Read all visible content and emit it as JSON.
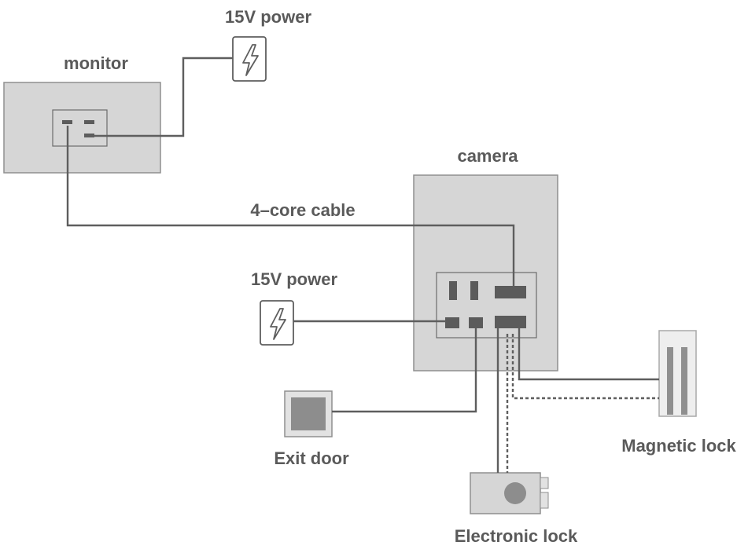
{
  "labels": {
    "power_top": "15V power",
    "monitor": "monitor",
    "camera": "camera",
    "cable": "4–core cable",
    "power_mid": "15V power",
    "exit_door": "Exit door",
    "magnetic_lock": "Magnetic lock",
    "electronic_lock": "Electronic lock"
  },
  "icons": {
    "power_supply": "lightning-bolt-icon"
  },
  "colors": {
    "device_fill": "#d6d6d6",
    "wire": "#5e5e5e",
    "label": "#5a5a5a"
  }
}
